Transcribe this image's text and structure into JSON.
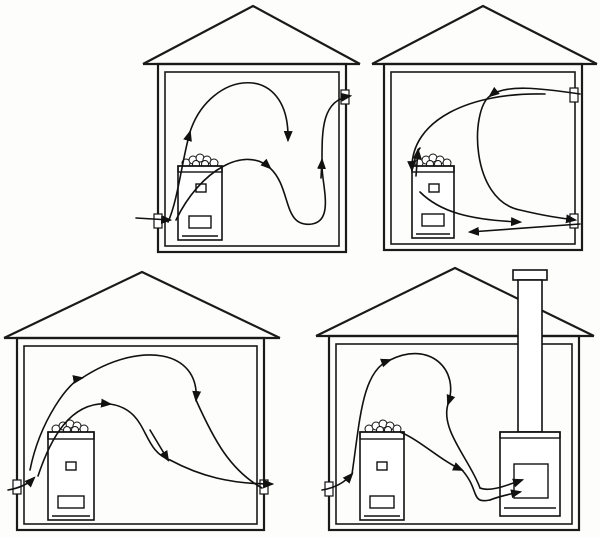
{
  "diagram": {
    "type": "ventilation-airflow",
    "houses": [
      {
        "id": "house-1",
        "features": [
          "heater-stove",
          "low-inlet-vent",
          "high-outlet-vent"
        ]
      },
      {
        "id": "house-2",
        "features": [
          "heater-stove",
          "high-inlet-vent",
          "low-outlet-vent"
        ]
      },
      {
        "id": "house-3",
        "features": [
          "heater-stove",
          "low-inlet-vent",
          "low-outlet-vent"
        ]
      },
      {
        "id": "house-4",
        "features": [
          "heater-stove",
          "low-inlet-vent",
          "firebox-stove",
          "chimney"
        ]
      }
    ],
    "colors": {
      "line": "#111111",
      "background": "#fdfdfb"
    }
  }
}
